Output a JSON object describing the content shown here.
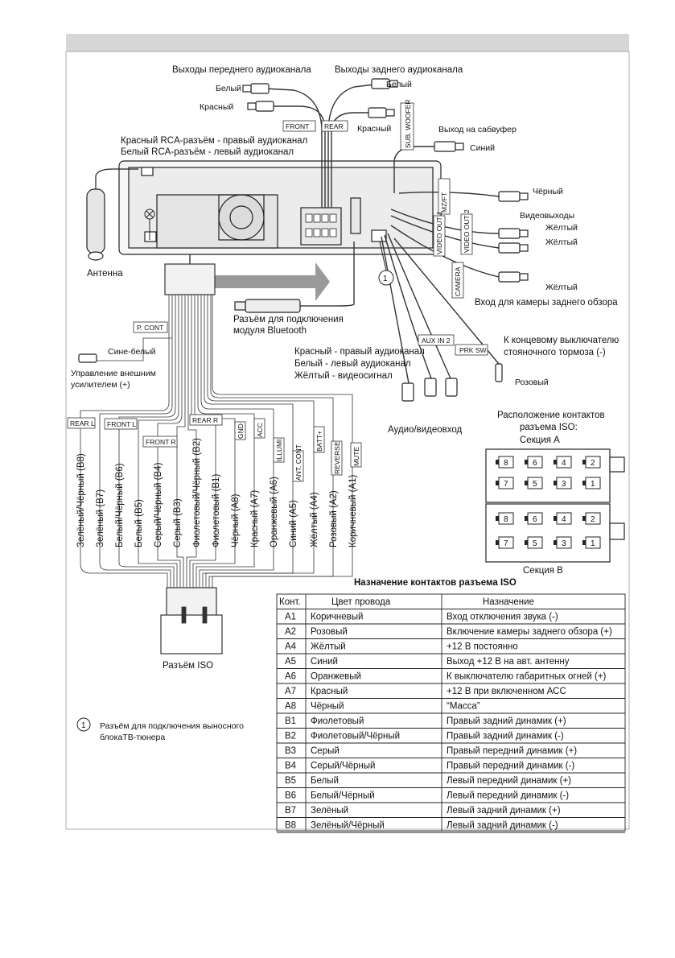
{
  "labels": {
    "front_out": "Выходы переднего аудиоканала",
    "rear_out": "Выходы заднего аудиоканала",
    "front_white": "Белый",
    "front_red": "Красный",
    "rear_white": "Белый",
    "rear_red": "Красный",
    "front_tag": "FRONT",
    "rear_tag": "REAR",
    "subwoofer_tag": "SUB. WOOFER",
    "rca_red": "Красный RCA-разъём - правый аудиоканал",
    "rca_white": "Белый RCA-разъём - левый аудиоканал",
    "sub_out": "Выход на сабвуфер",
    "sub_blue": "Синий",
    "black": "Чёрный",
    "mz_ft_tag": "MZ/FT",
    "video_out": "Видеовыходы",
    "video_out1_tag": "VIDEO OUT 1",
    "video_out2_tag": "VIDEO OUT 2",
    "yellow1": "Жёлтый",
    "yellow2": "Жёлтый",
    "camera_tag": "CAMERA",
    "yellow_cam": "Жёлтый",
    "camera_in": "Вход для камеры заднего обзора",
    "antenna": "Антенна",
    "bluetooth_line1": "Разъём для подключения",
    "bluetooth_line2": "модуля Bluetooth",
    "p_cont_tag": "P. CONT",
    "blue_white": "Сине-белый",
    "amp_line1": "Управление внешним",
    "amp_line2": "усилителем (+)",
    "aux_tag": "AUX IN 2",
    "av_red": "Красный - правый аудиоканал",
    "av_white": "Белый  - левый аудиоканал",
    "av_yellow": "Жёлтый - видеосигнал",
    "prk_tag": "PRK SW",
    "brake_line1": "К концевому выключателю",
    "brake_line2": "стояночного тормоза (-)",
    "pink": "Розовый",
    "av_in": "Аудио/видеовход",
    "callout_number": "1",
    "iso_connector": "Разъём ISO",
    "tv_note_line1": "Разъём для подключения выносного",
    "tv_note_line2": "блокаТВ-тюнера",
    "iso_layout_line1": "Расположение контактов",
    "iso_layout_line2": "разъема ISO:",
    "section_a": "Секция А",
    "section_b": "Секция В"
  },
  "wire_tags": [
    "REAR L",
    "FRONT L",
    "FRONT R",
    "REAR R",
    "GND",
    "ACC",
    "ILLUMI",
    "ANT. CONT",
    "BATT+",
    "REVERSE",
    "MUTE"
  ],
  "wires": [
    "Зелёный/Чёрный (B8)",
    "Зелёный (B7)",
    "Белый/Чёрный (B6)",
    "Белый (B5)",
    "Серый/Чёрный (B4)",
    "Серый (B3)",
    "Фиолетовый/Чёрный (B2)",
    "Фиолетовый (B1)",
    "Чёрный (A8)",
    "Красный (A7)",
    "Оранжевый (A6)",
    "Синий (A5)",
    "Жёлтый (A4)",
    "Розовый (A2)",
    "Коричневый (A1)"
  ],
  "iso_pins": {
    "top_row": [
      "8",
      "6",
      "4",
      "2"
    ],
    "bottom_row": [
      "7",
      "5",
      "3",
      "1"
    ]
  },
  "table": {
    "title": "Назначение контактов разъема ISO",
    "headers": [
      "Конт.",
      "Цвет провода",
      "Назначение"
    ],
    "rows": [
      [
        "A1",
        "Коричневый",
        "Вход отключения звука (-)"
      ],
      [
        "A2",
        "Розовый",
        "Включение камеры заднего обзора (+)"
      ],
      [
        "A4",
        "Жёлтый",
        "+12 В постоянно"
      ],
      [
        "A5",
        "Синий",
        "Выход +12 В на авт. антенну"
      ],
      [
        "A6",
        "Оранжевый",
        "К выключателю габаритных огней (+)"
      ],
      [
        "A7",
        "Красный",
        "+12 В при включенном АСС"
      ],
      [
        "A8",
        "Чёрный",
        "“Масса”"
      ],
      [
        "B1",
        "Фиолетовый",
        "Правый задний динамик (+)"
      ],
      [
        "B2",
        "Фиолетовый/Чёрный",
        "Правый задний динамик (-)"
      ],
      [
        "B3",
        "Серый",
        "Правый передний динамик (+)"
      ],
      [
        "B4",
        "Серый/Чёрный",
        "Правый передний динамик (-)"
      ],
      [
        "B5",
        "Белый",
        "Левый передний динамик (+)"
      ],
      [
        "B6",
        "Белый/Чёрный",
        "Левый передний динамик (-)"
      ],
      [
        "B7",
        "Зелёный",
        "Левый задний динамик (+)"
      ],
      [
        "B8",
        "Зелёный/Чёрный",
        "Левый задний динамик (-)"
      ]
    ]
  }
}
